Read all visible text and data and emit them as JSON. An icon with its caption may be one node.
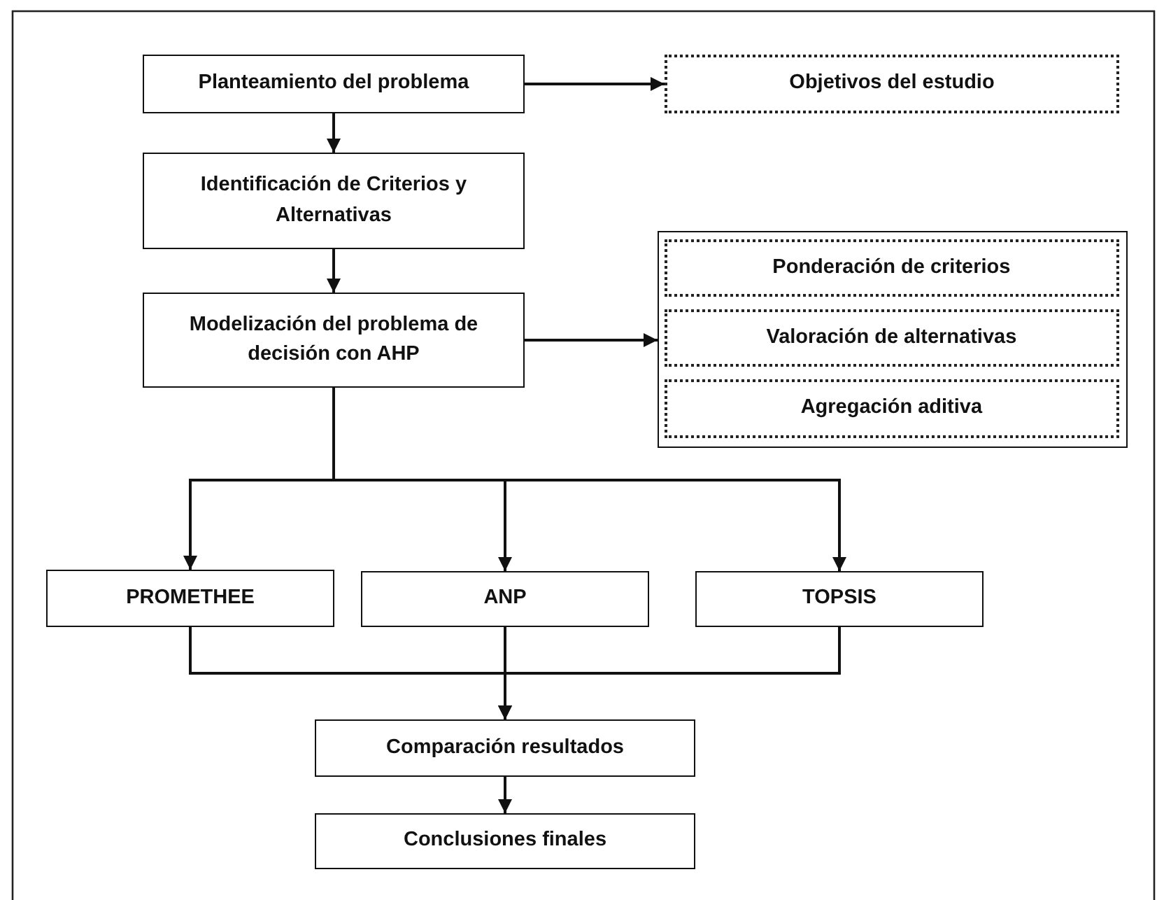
{
  "diagram": {
    "nodes": [
      {
        "text": [
          "Planteamiento del problema"
        ]
      },
      {
        "text": [
          "Objetivos del estudio"
        ]
      },
      {
        "text": [
          "Identificación de Criterios y Alternativas"
        ]
      },
      {
        "text": [
          "Modelización del problema de decisión con AHP"
        ]
      },
      {
        "text": [],
        "shape": "box"
      },
      {
        "text": [
          "Ponderación de criterios"
        ],
        "in": 4
      },
      {
        "text": [
          "Valoración de alternativas"
        ],
        "in": 4
      },
      {
        "text": [
          "Agregación aditiva"
        ],
        "in": 4
      },
      {
        "text": [
          "PROMETHEE"
        ]
      },
      {
        "text": [
          "ANP"
        ]
      },
      {
        "text": [
          "TOPSIS"
        ]
      },
      {
        "text": [
          "Comparación resultados"
        ]
      },
      {
        "text": [
          "Conclusiones finales"
        ]
      }
    ],
    "edges": [
      {
        "from": 0,
        "to": 1,
        "arrow": "to"
      },
      {
        "from": 0,
        "to": 2,
        "arrow": "to"
      },
      {
        "from": 2,
        "to": 3,
        "arrow": "to"
      },
      {
        "from": 3,
        "to": 4,
        "arrow": "to"
      },
      {
        "from": 3,
        "to": 8,
        "arrow": "to"
      },
      {
        "from": 3,
        "to": 9,
        "arrow": "to"
      },
      {
        "from": 3,
        "to": 10,
        "arrow": "to"
      },
      {
        "from": 8,
        "to": 11,
        "arrow": "to"
      },
      {
        "from": 9,
        "to": 11,
        "arrow": "to"
      },
      {
        "from": 10,
        "to": 11,
        "arrow": "to"
      },
      {
        "from": 11,
        "to": 12,
        "arrow": "to"
      }
    ]
  }
}
